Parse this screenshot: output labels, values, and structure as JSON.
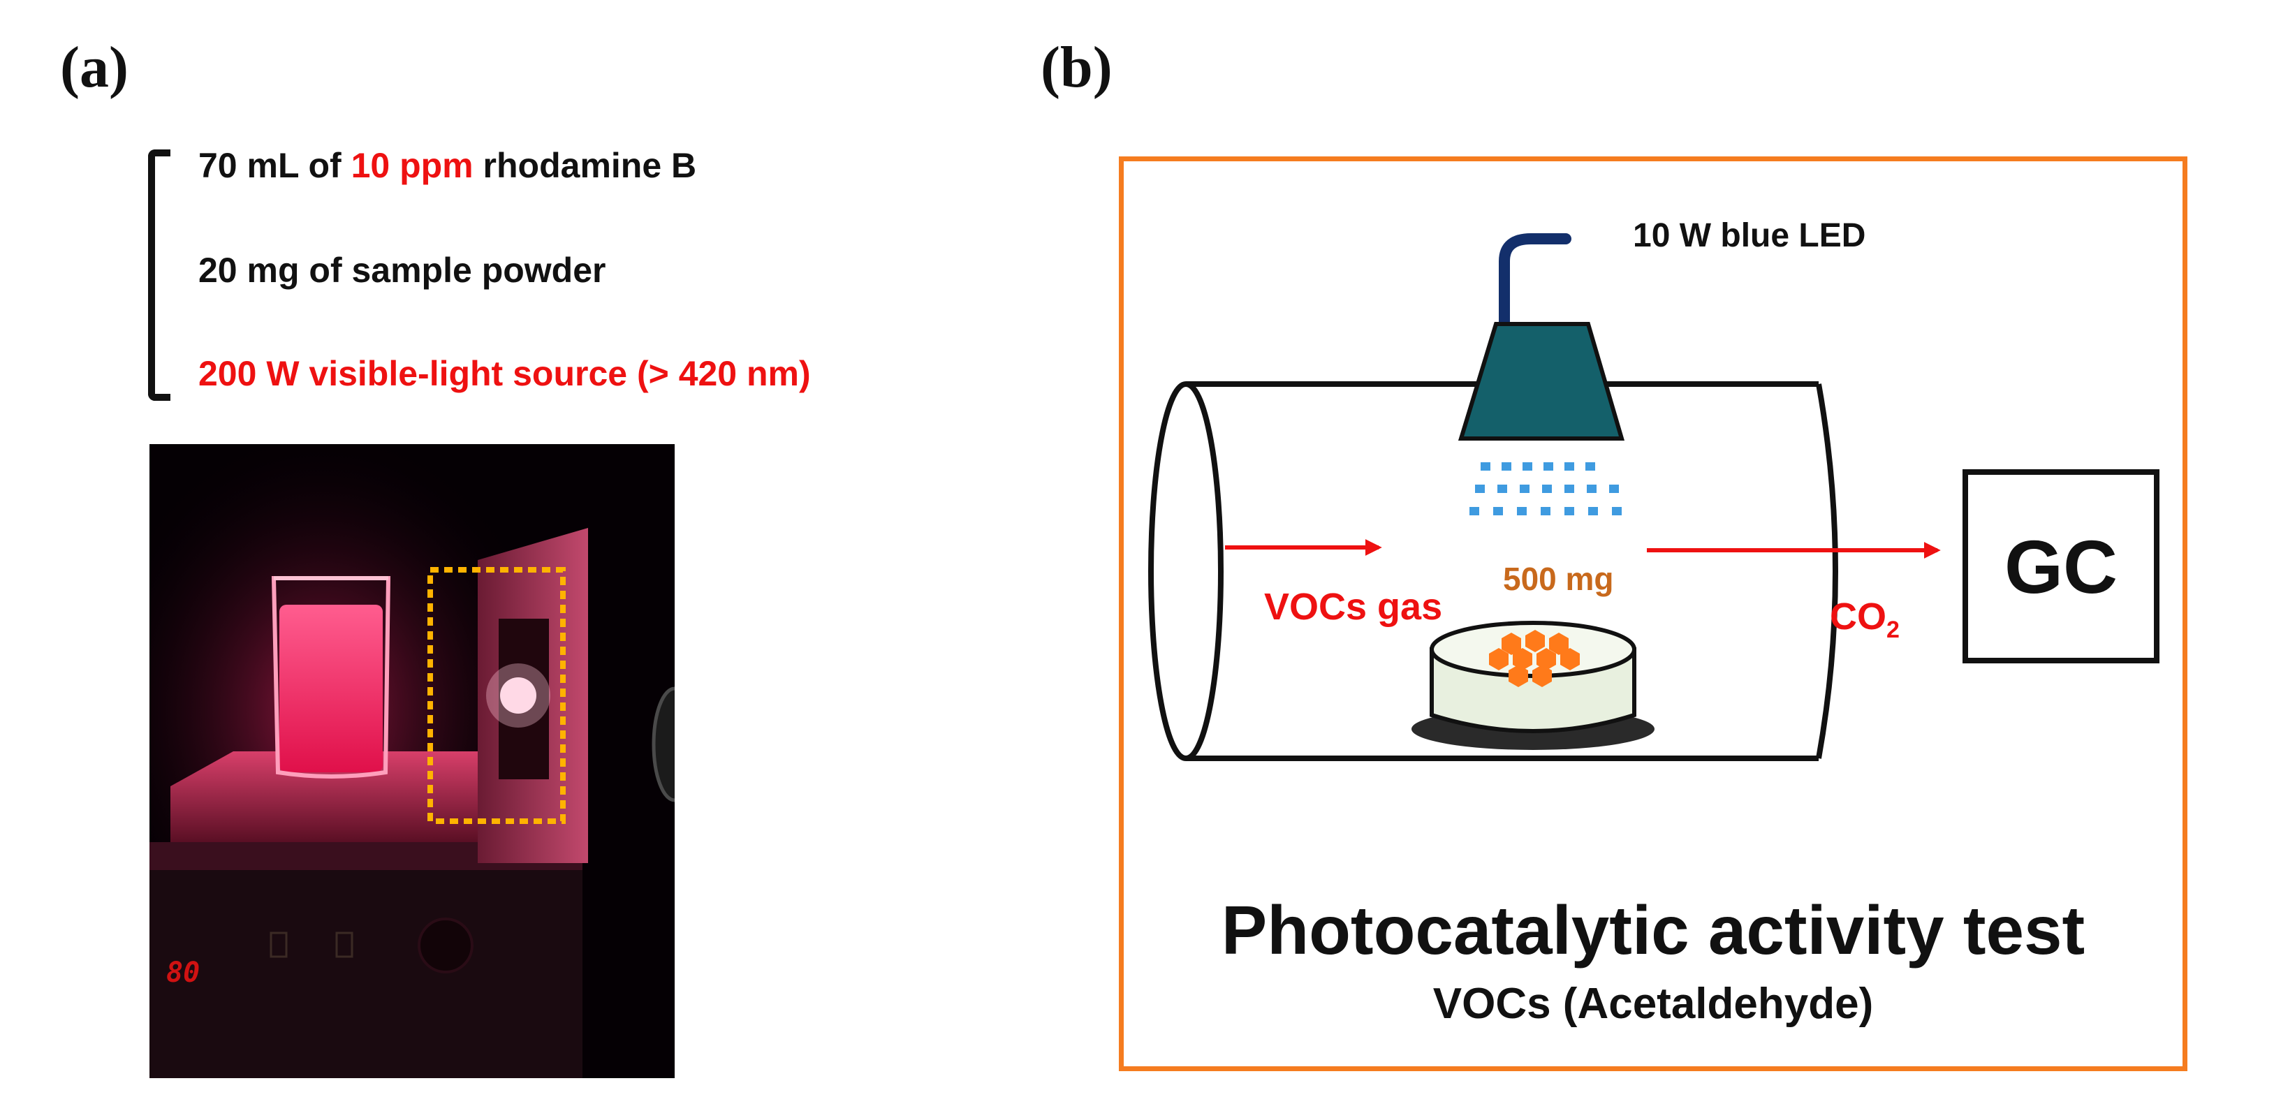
{
  "panel_a": {
    "label": "(a)",
    "conditions": {
      "line1_prefix": "70 mL of ",
      "line1_highlight": "10 ppm",
      "line1_suffix": " rhodamine B",
      "line2": "20 mg of sample powder",
      "line3": "200 W visible-light source (> 420 nm)"
    },
    "photo": {
      "display_reading": "80"
    }
  },
  "panel_b": {
    "label": "(b)",
    "light_source": "10 W blue LED",
    "sample_mass": "500 mg",
    "inlet_label": "VOCs gas",
    "outlet_label_main": "CO",
    "outlet_label_sub": "2",
    "detector_label": "GC",
    "title": "Photocatalytic activity test",
    "subtitle": "VOCs (Acetaldehyde)"
  },
  "colors": {
    "highlight_red": "#ee1111",
    "frame_orange": "#f57c1f",
    "lamp_teal": "#14606a",
    "cable_navy": "#132f6b",
    "light_dots": "#3f9be0",
    "pellet_orange": "#ff7a1a",
    "dish_fill": "#e8f0df",
    "mass_text": "#c8691c",
    "highlight_box": "#ffb300"
  }
}
